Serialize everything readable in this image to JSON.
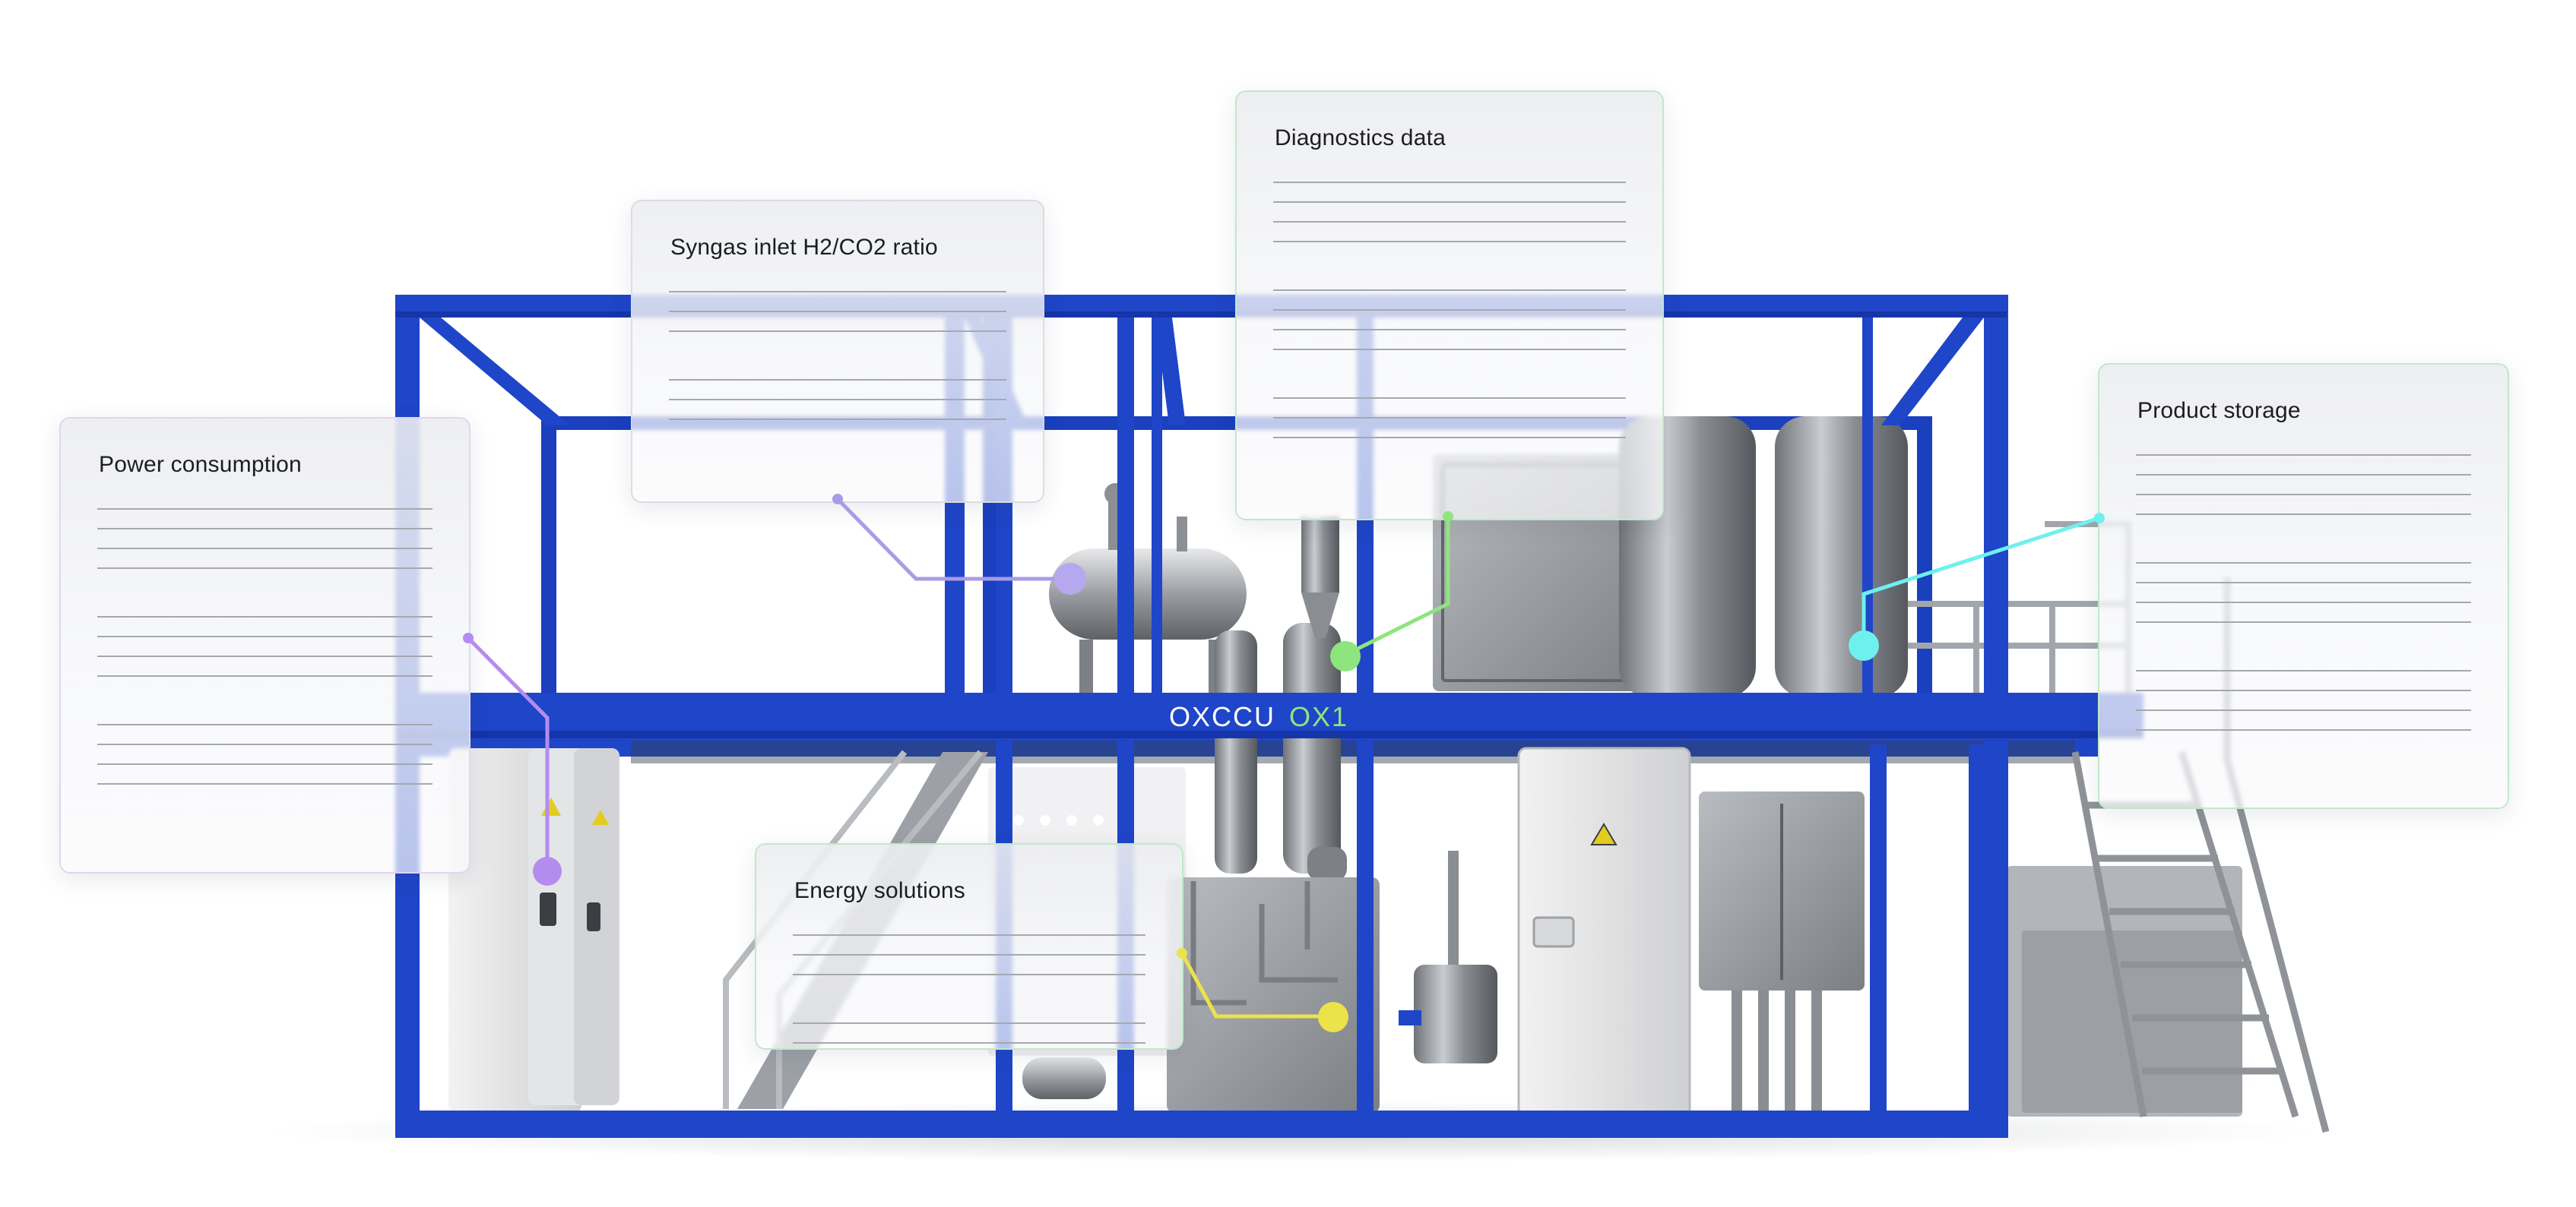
{
  "colors": {
    "frame_blue": "#1f45c8",
    "frame_blue_dark": "#1535a8",
    "metal": "#a3a7ad",
    "power_accent": "#b48cf0",
    "syngas_accent": "#a99be6",
    "diagnostics_accent": "#8ee57e",
    "energy_accent": "#ece24a",
    "storage_accent": "#6ef0ee"
  },
  "unit": {
    "brand_text": "OXCCU",
    "model_text": "OX1"
  },
  "callouts": [
    {
      "id": "power",
      "title": "Power consumption",
      "icon": "purple-dot"
    },
    {
      "id": "syngas",
      "title": "Syngas inlet H2/CO2 ratio",
      "icon": "violet-dot"
    },
    {
      "id": "diagnostics",
      "title": "Diagnostics data",
      "icon": "green-dot"
    },
    {
      "id": "storage",
      "title": "Product storage",
      "icon": "cyan-dot"
    },
    {
      "id": "energy",
      "title": "Energy solutions",
      "icon": "yellow-dot"
    }
  ]
}
